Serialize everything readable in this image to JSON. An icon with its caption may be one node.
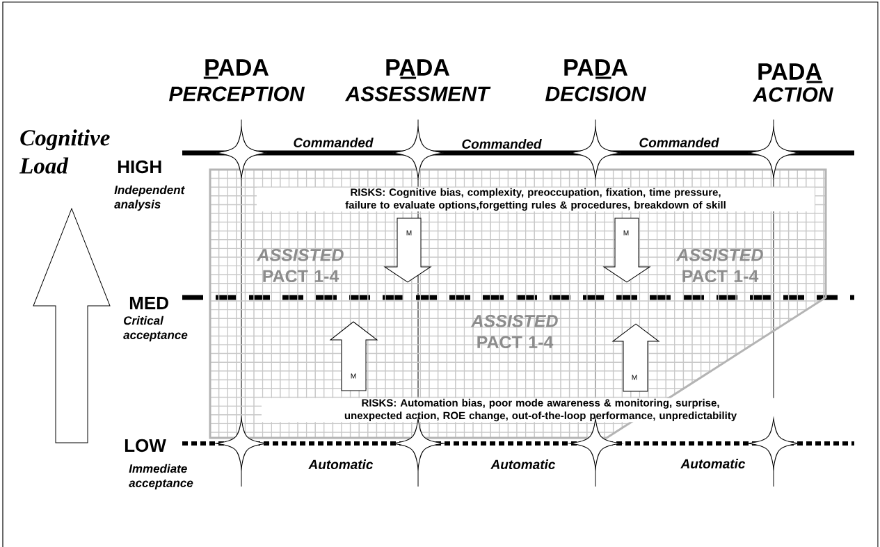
{
  "diagram": {
    "nodes": [
      {
        "text": [
          "RISKS: Cognitive bias, complexity, preoccupation, fixation, time pressure, failure to evaluate options,forgetting rules & procedures, breakdown of skill",
          "*ASSISTED* PACT 1-4",
          "*ASSISTED* PACT 1-4",
          "*ASSISTED* PACT 1-4",
          "RISKS: Automation bias, poor mode awareness & monitoring, surprise, unexpected action, ROE change, out-of-the-loop performance, unpredictability"
        ]
      },
      {
        "text": [
          "M"
        ],
        "in": 0
      },
      {
        "text": [
          "M"
        ],
        "in": 0
      },
      {
        "text": [
          "M"
        ],
        "in": 0
      },
      {
        "text": [
          "M"
        ],
        "in": 0
      },
      {
        "text": [],
        "shape": "star"
      },
      {
        "text": [],
        "shape": "star"
      },
      {
        "text": [],
        "shape": "star"
      },
      {
        "text": [],
        "shape": "star"
      },
      {
        "text": [],
        "shape": "star"
      },
      {
        "text": [],
        "shape": "star"
      },
      {
        "text": [],
        "shape": "star"
      },
      {
        "text": [],
        "shape": "star"
      }
    ],
    "labels": [
      "PADA",
      "PADA",
      "PADA",
      "PADA",
      "PERCEPTION",
      "ASSESSMENT",
      "DECISION",
      "ACTION",
      "Cognitive Load",
      "Commanded",
      "Commanded",
      "Commanded",
      "HIGH",
      "Independent analysis",
      "MED",
      "Critical acceptance",
      "LOW",
      "Automatic",
      "Automatic",
      "Automatic",
      "Immediate acceptance"
    ]
  }
}
